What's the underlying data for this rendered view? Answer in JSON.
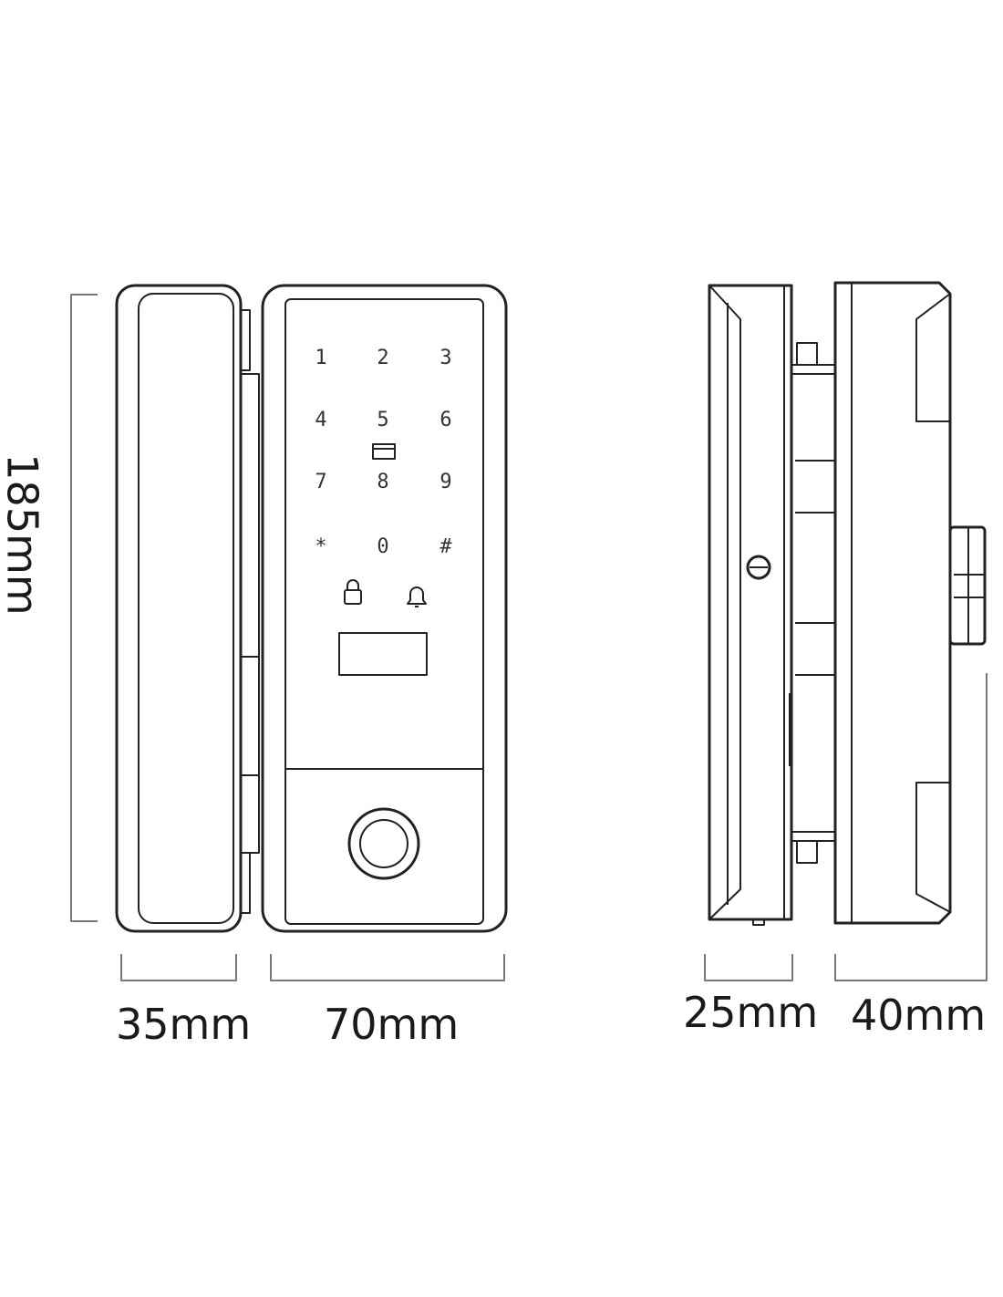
{
  "dimensions": {
    "height": "185mm",
    "front_left_width": "35mm",
    "front_right_width": "70mm",
    "side_left_width": "25mm",
    "side_right_width": "40mm"
  },
  "keypad": {
    "keys": [
      "1",
      "2",
      "3",
      "4",
      "5",
      "6",
      "7",
      "8",
      "9",
      "*",
      "0",
      "#"
    ]
  },
  "colors": {
    "line": "#222222",
    "background": "#ffffff"
  }
}
